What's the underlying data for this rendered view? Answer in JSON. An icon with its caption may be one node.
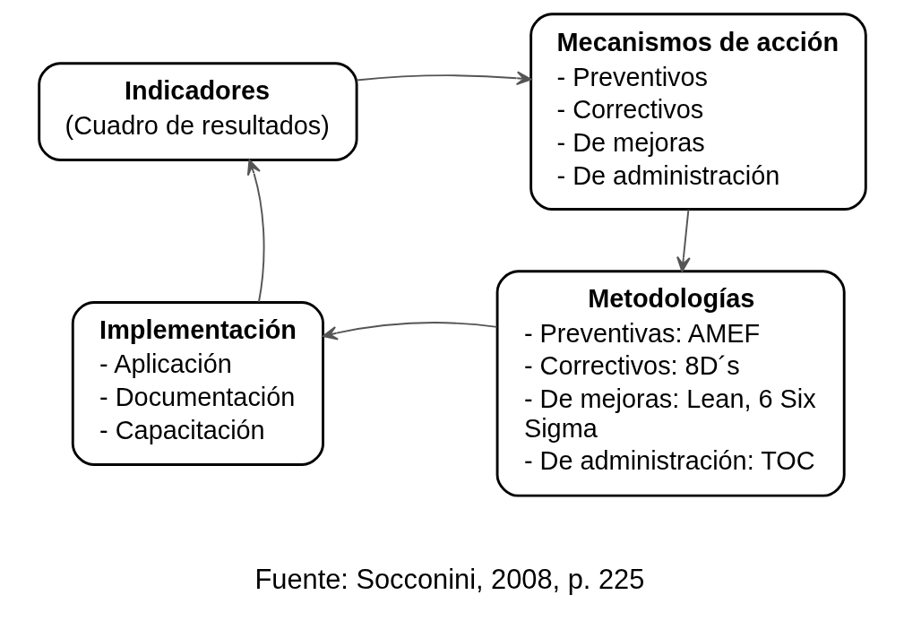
{
  "diagram": {
    "caption": "Fuente: Socconini, 2008, p. 225",
    "nodes": [
      {
        "text": [
          "Indicadores",
          "(Cuadro de resultados)"
        ]
      },
      {
        "text": [
          "Mecanismos de acción",
          "- Preventivos",
          "- Correctivos",
          "- De mejoras",
          "- De administración"
        ]
      },
      {
        "text": [
          "Metodologías",
          "- Preventivas: AMEF",
          "- Correctivos: 8D´s",
          "- De mejoras: Lean, 6 Six Sigma",
          "- De administración: TOC"
        ]
      },
      {
        "text": [
          "Implementación",
          "- Aplicación",
          "- Documentación",
          "- Capacitación"
        ]
      }
    ],
    "edges": [
      {
        "from": 0,
        "to": 1,
        "arrow": "to"
      },
      {
        "from": 1,
        "to": 2,
        "arrow": "to"
      },
      {
        "from": 2,
        "to": 3,
        "arrow": "to"
      },
      {
        "from": 3,
        "to": 0,
        "arrow": "to"
      }
    ]
  }
}
